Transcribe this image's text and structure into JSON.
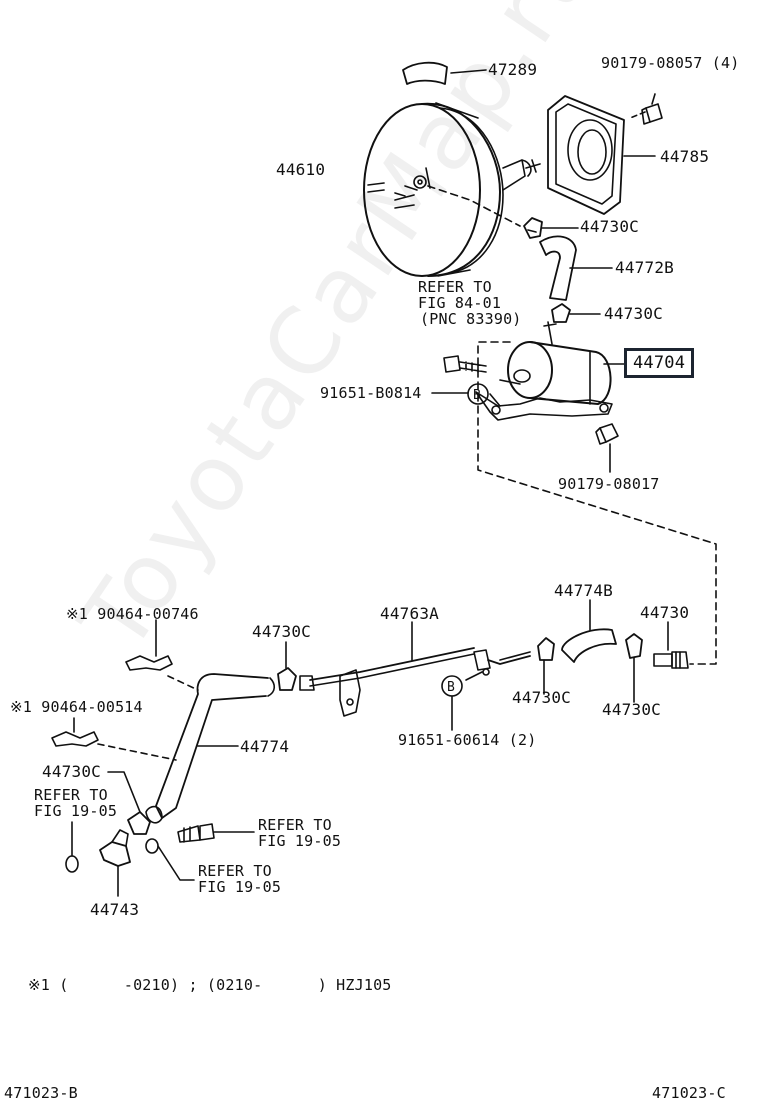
{
  "watermark": "ToyotaCarMap.ru",
  "labels": {
    "p47289": "47289",
    "p90179_08057": "90179-08057 (4)",
    "p44610": "44610",
    "p44785": "44785",
    "p44730c_a": "44730C",
    "p44772b": "44772B",
    "refer_84_l1": "REFER TO",
    "refer_84_l2": "FIG 84-01",
    "refer_84_l3": "(PNC 83390)",
    "p44730c_b": "44730C",
    "p44704": "44704",
    "p91651_b0814": "91651-B0814",
    "p90179_08017": "90179-08017",
    "p90464_00746": "※1 90464-00746",
    "p44730c_c": "44730C",
    "p44763a": "44763A",
    "p44774b": "44774B",
    "p44730": "44730",
    "p90464_00514": "※1 90464-00514",
    "p44774": "44774",
    "p44730c_d": "44730C",
    "p44730c_e": "44730C",
    "p91651_60614": "91651-60614 (2)",
    "p44730c_f": "44730C",
    "refer_19_a_l1": "REFER TO",
    "refer_19_a_l2": "FIG 19-05",
    "refer_19_b_l1": "REFER TO",
    "refer_19_b_l2": "FIG 19-05",
    "refer_19_c_l1": "REFER TO",
    "refer_19_c_l2": "FIG 19-05",
    "p44743": "44743",
    "marker_b1": "B",
    "marker_b2": "B"
  },
  "footnote": "※1 (      -0210) ; (0210-      ) HZJ105",
  "footer": {
    "left_code": "471023-B",
    "right_code": "471023-C"
  },
  "highlight_color": "#1c2430"
}
